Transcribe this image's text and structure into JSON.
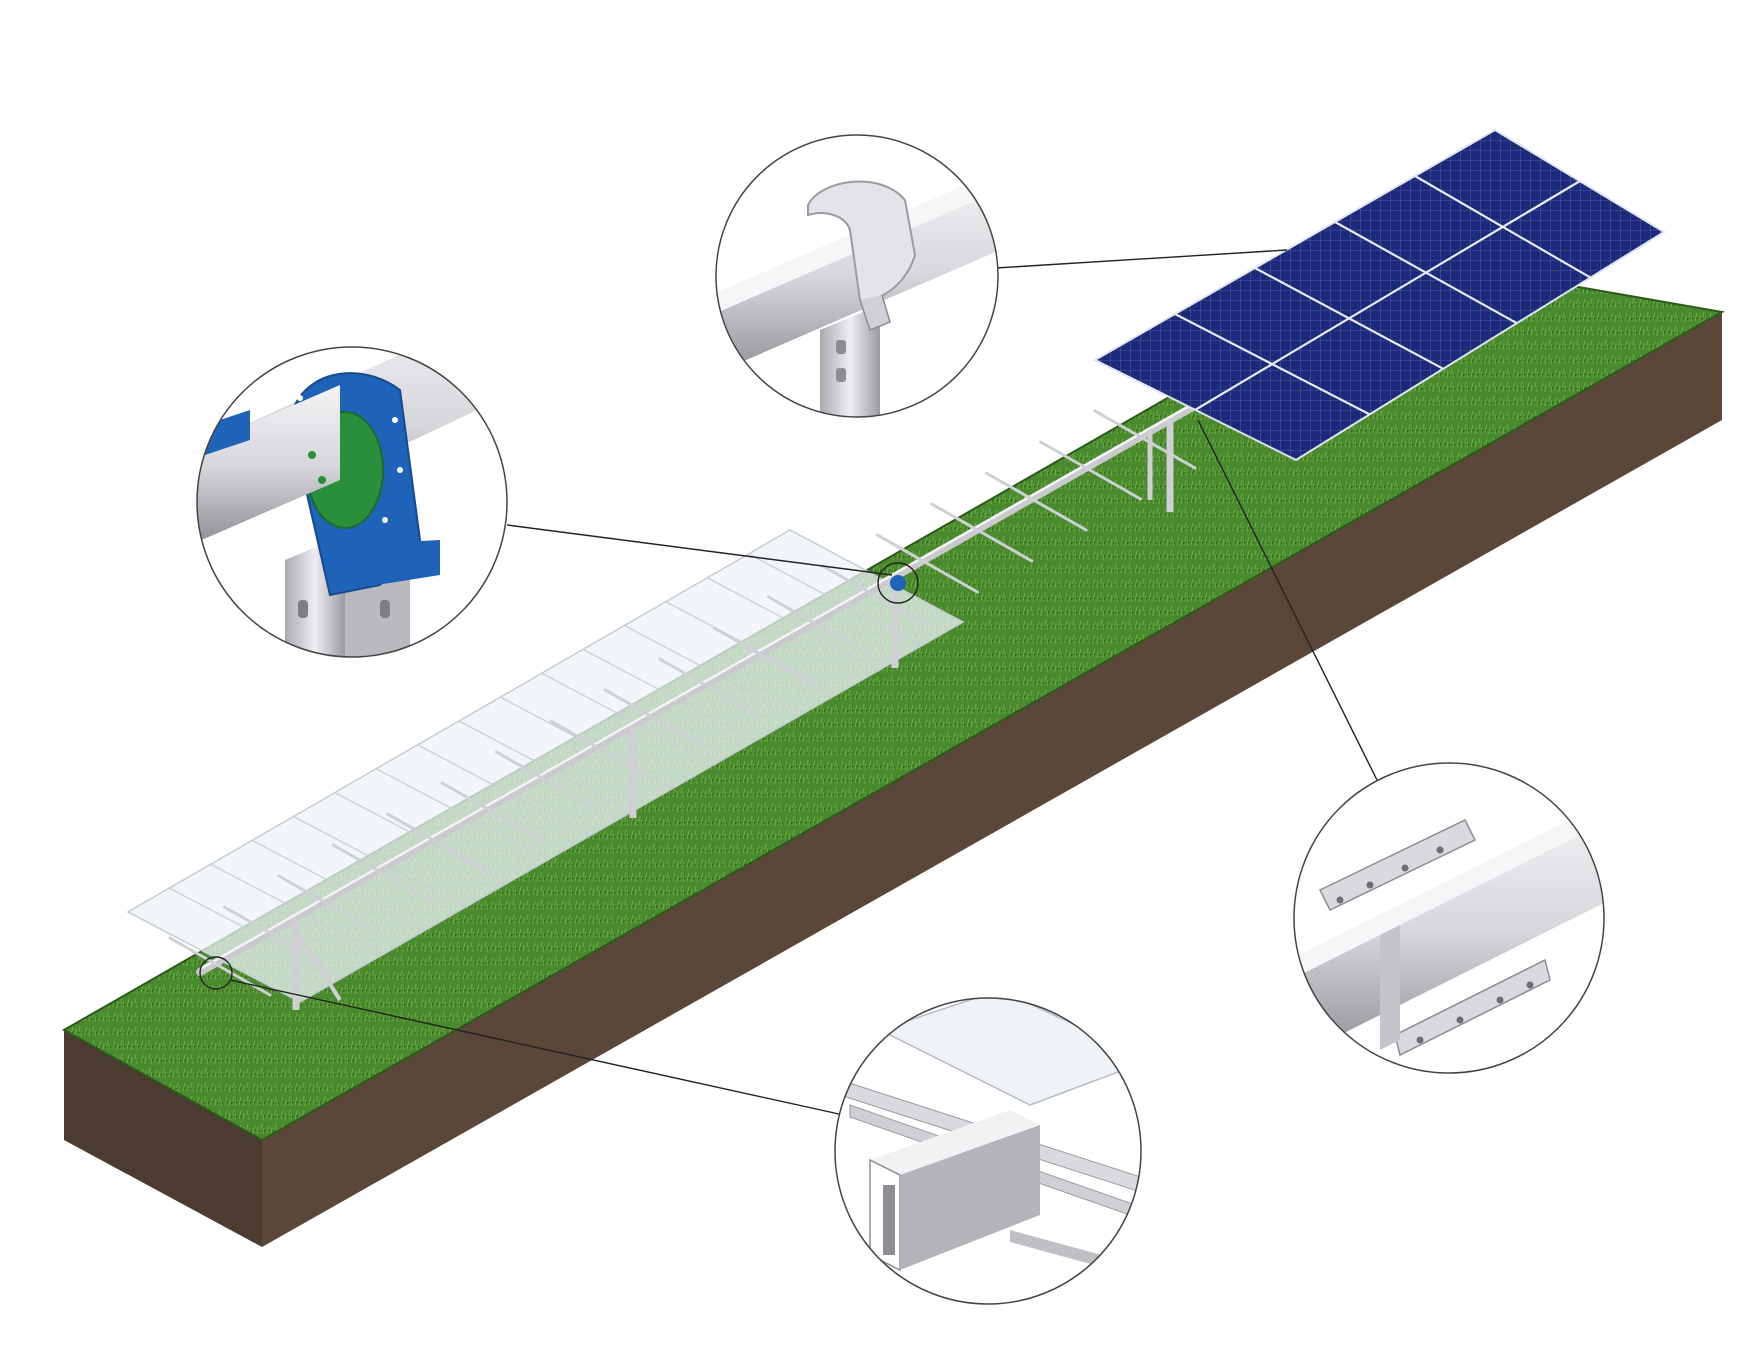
{
  "title": "",
  "colors": {
    "background": "#ffffff",
    "grass_light": "#5d9a3a",
    "grass_dark": "#2f6a1c",
    "soil_front": "#4a3a30",
    "soil_side": "#5a4638",
    "steel": "#d8d8dc",
    "steel_dark": "#8f8f96",
    "panel_blue": "#1d2a7a",
    "panel_grid": "#aab4e0",
    "glass": "#e8f0f6",
    "bearing_blue": "#1f63b8",
    "bearing_green": "#2a8f3a",
    "leader_line": "#222222"
  },
  "callouts": [
    {
      "name": "torque-tube-clamp",
      "icon": "clamp-detail-icon"
    },
    {
      "name": "slew-drive-bearing",
      "icon": "bearing-detail-icon"
    },
    {
      "name": "tube-splice-connector",
      "icon": "splice-detail-icon"
    },
    {
      "name": "module-rail-end",
      "icon": "rail-detail-icon"
    }
  ],
  "counts": {
    "blue_panel_columns": 5,
    "purlin_rails": 18
  }
}
